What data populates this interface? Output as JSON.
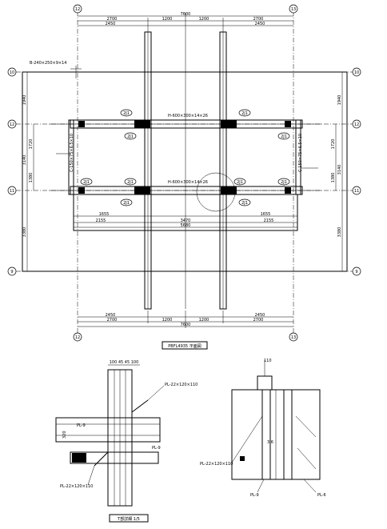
{
  "grid_bubbles": {
    "col_left": "12",
    "col_right": "13",
    "row_top": "10",
    "row_a": "12",
    "row_b": "11",
    "row_bottom": "9"
  },
  "top_dims": {
    "overall": "7600",
    "left": "2700",
    "mid_a": "1200",
    "mid_b": "1200",
    "right": "2700",
    "sub_left": "2450",
    "sub_right": "2450"
  },
  "bottom_dims": {
    "overall": "7600",
    "left": "2700",
    "mid_a": "1200",
    "mid_b": "1200",
    "right": "2700",
    "sub_left": "2450",
    "sub_right": "2450"
  },
  "side_dims": {
    "left_a": "1940",
    "left_b": "1720",
    "left_c": "3140",
    "left_d": "1380",
    "left_e": "3380",
    "right_a": "1940",
    "right_b": "1720",
    "right_c": "3140",
    "right_d": "1380",
    "right_e": "3380"
  },
  "labels": {
    "top_member": "B-240×250×9×14",
    "beam_upper": "H-600×300×14×26",
    "beam_lower": "H-600×300×14×26",
    "col_left": "C-150×75×6.5×10",
    "col_right": "C-150×75×6.5×10",
    "inner_left_dim": "1655",
    "inner_left_dim2": "2155",
    "inner_right_dim": "1655",
    "inner_right_dim2": "2155",
    "inner_mid": "3470",
    "inner_total": "5680",
    "bubble_tag": "2J1"
  },
  "plan_title": "PBFL4935 平面図",
  "detail_left": {
    "title": "T部詳細 1/5",
    "top_dims": "100 45 45 100",
    "pl_top": "PL-22×120×110",
    "pl_left": "PL-9",
    "pl_mid": "PL-9",
    "pl_bottom": "PL-22×120×110",
    "side_dim": "320"
  },
  "detail_right": {
    "top_dim": "110",
    "pl_left": "PL-22×120×110",
    "pl_bottom_left": "PL-9",
    "pl_bottom_right": "PL-6",
    "weld": "3.6"
  }
}
